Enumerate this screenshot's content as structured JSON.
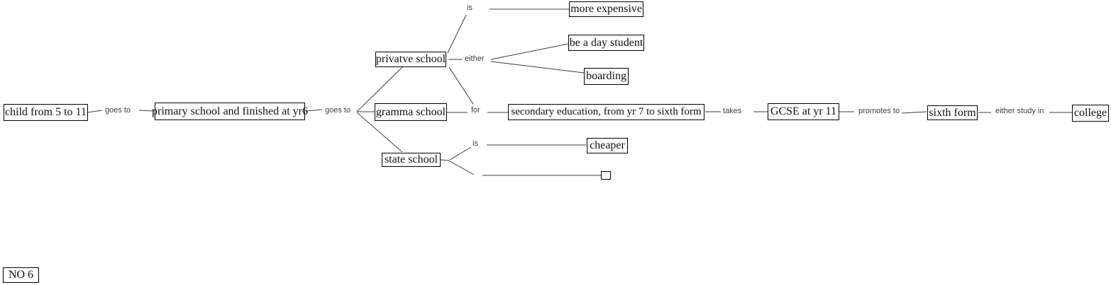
{
  "diagram": {
    "nodes": {
      "child": {
        "label": "child from 5 to 11"
      },
      "primary": {
        "label": "primary school and finished at yr6"
      },
      "private_school": {
        "label": "privatve school"
      },
      "gramma_school": {
        "label": "gramma school"
      },
      "state_school": {
        "label": "state school"
      },
      "secondary": {
        "label": "secondary education, from yr 7 to sixth form"
      },
      "gcse": {
        "label": "GCSE at yr 11"
      },
      "sixth_form": {
        "label": "sixth form"
      },
      "college": {
        "label": "college"
      },
      "more_expensive": {
        "label": "more expensive"
      },
      "day_student": {
        "label": "be a day student"
      },
      "boarding": {
        "label": "boarding"
      },
      "cheaper": {
        "label": "cheaper"
      },
      "empty_node": {
        "label": ""
      },
      "page_number": {
        "label": "NO 6"
      }
    },
    "link_labels": {
      "goes_to_1": "goes to",
      "goes_to_2": "goes to",
      "is_private": "is",
      "either": "either",
      "for": "for",
      "takes": "takes",
      "promotes_to": "promotes to",
      "either_study_in": "either study in",
      "is_state": "is"
    },
    "colors": {
      "background": "#ffffff",
      "box_border": "#000000",
      "box_text": "#101010",
      "line": "#3d3d3d",
      "label_text": "#3d3d3d"
    }
  }
}
